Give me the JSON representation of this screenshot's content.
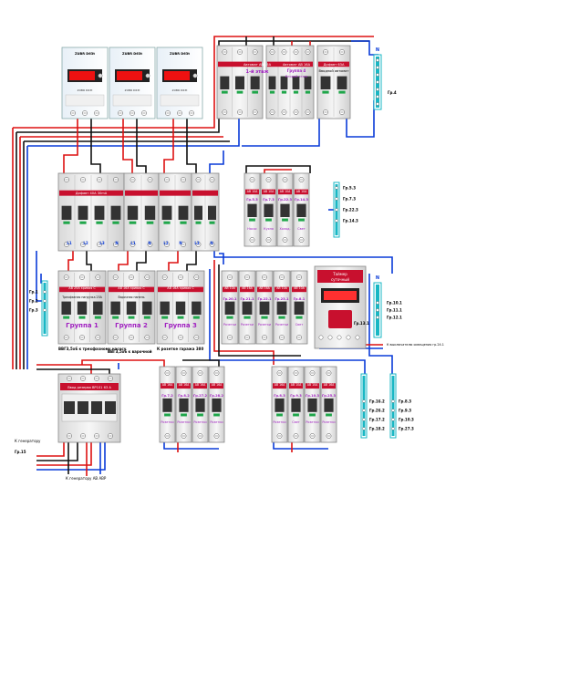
{
  "relays": [
    {
      "brand": "ZUBR D63t",
      "name": "ZUBR D63t"
    },
    {
      "brand": "ZUBR D63t",
      "name": "ZUBR D63t"
    },
    {
      "brand": "ZUBR D63t",
      "name": "ZUBR D63t"
    }
  ],
  "top_breakers": {
    "dual1": {
      "header": "Автомат AB 16A",
      "group": "1-й этаж"
    },
    "dual2": {
      "header": "Автомат AB 16A",
      "group": "Группа 4",
      "sub": "Второй этаж"
    },
    "main": {
      "header": "Дифавт 63A",
      "group": "Вводной автомат"
    }
  },
  "n_bus_top": {
    "title": "N",
    "tag": "Гр.4"
  },
  "rcd_block": {
    "header": "Дифавт 40A 30mA",
    "bottom_labels": [
      "L1",
      "L2",
      "L3",
      "N",
      "L1",
      "N",
      "L2",
      "N",
      "L3",
      "N"
    ]
  },
  "small_breakers_a": {
    "headers": [
      "AB 10A",
      "AB 10A",
      "AB 10A",
      "AB 10A"
    ],
    "groups": [
      "Гр.5.3",
      "Гр.7.3",
      "Гр.22.3",
      "Гр.14.3"
    ],
    "notes": [
      "Насос",
      "Кухня",
      "Холод.",
      "Свет"
    ]
  },
  "bus_a_tags": [
    "Гр.5.3",
    "Гр.7.3",
    "Гр.22.3",
    "Гр.14.3"
  ],
  "group_breakers": [
    {
      "header": "АВ 25А кривая С",
      "desc": "Трехфазная нагрузка 25А",
      "group": "Группа 1"
    },
    {
      "header": "АВ 16А кривая С",
      "desc": "Варочная панель",
      "group": "Группа 2"
    },
    {
      "header": "АВ 16А кривая С",
      "desc": "",
      "group": "Группа 3"
    }
  ],
  "cable_labels": {
    "c1": "ВВГ3,5х6 к трехфазному насосу",
    "c2": "ВВГ3,5х6 к варочной",
    "c3": "К розетке гаража 380"
  },
  "small_breakers_b": {
    "headers": [
      "AB 10A",
      "AB 16A",
      "AB 16A",
      "AB 10A",
      "AB 10A"
    ],
    "groups": [
      "Гр.20.1",
      "Гр.21.1",
      "Гр.22.1",
      "Гр.23.1",
      "Гр.8.1"
    ],
    "notes": [
      "Розетки",
      "Розетки",
      "Розетки",
      "Розетки",
      "Свет"
    ]
  },
  "timer": {
    "header": "Таймер",
    "sub": "суточный"
  },
  "n_bus_right": {
    "title": "N",
    "tags": [
      "Гр.10.1",
      "Гр.11.1",
      "Гр.12.1"
    ],
    "side": "Гр.13.1"
  },
  "exterior_label": "К выключателю освещения гр.24.1",
  "gp_left_tags": [
    "Гр.1",
    "Гр.2",
    "Гр.3"
  ],
  "rcd_4pole": {
    "header": "Ввод резерва ВР101 63 А"
  },
  "generator": {
    "in": "К генератору",
    "tag": "Гр.15",
    "out": "К генератору АВ АВР"
  },
  "small_breakers_c": {
    "headers": [
      "AB 16A",
      "AB 16A",
      "AB 16A",
      "AB 16A"
    ],
    "groups": [
      "Гр.7.2",
      "Гр.8.2",
      "Гр.27.2",
      "Гр.28.2"
    ],
    "notes": [
      "Розетки",
      "Розетки",
      "Розетки",
      "Розетки"
    ]
  },
  "small_breakers_d": {
    "headers": [
      "AB 16A",
      "AB 10A",
      "AB 10A",
      "AB 16A"
    ],
    "groups": [
      "Гр.8.3",
      "Гр.9.3",
      "Гр.10.3",
      "Гр.25.3"
    ],
    "notes": [
      "Розетки",
      "Свет",
      "Розетки",
      "Розетки"
    ]
  },
  "bus_c_tags": [
    "Гр.16.2",
    "Гр.26.2",
    "Гр.17.2",
    "Гр.18.2"
  ],
  "bus_d_tags": [
    "Гр.8.3",
    "Гр.9.3",
    "Гр.10.3",
    "Гр.27.3"
  ]
}
